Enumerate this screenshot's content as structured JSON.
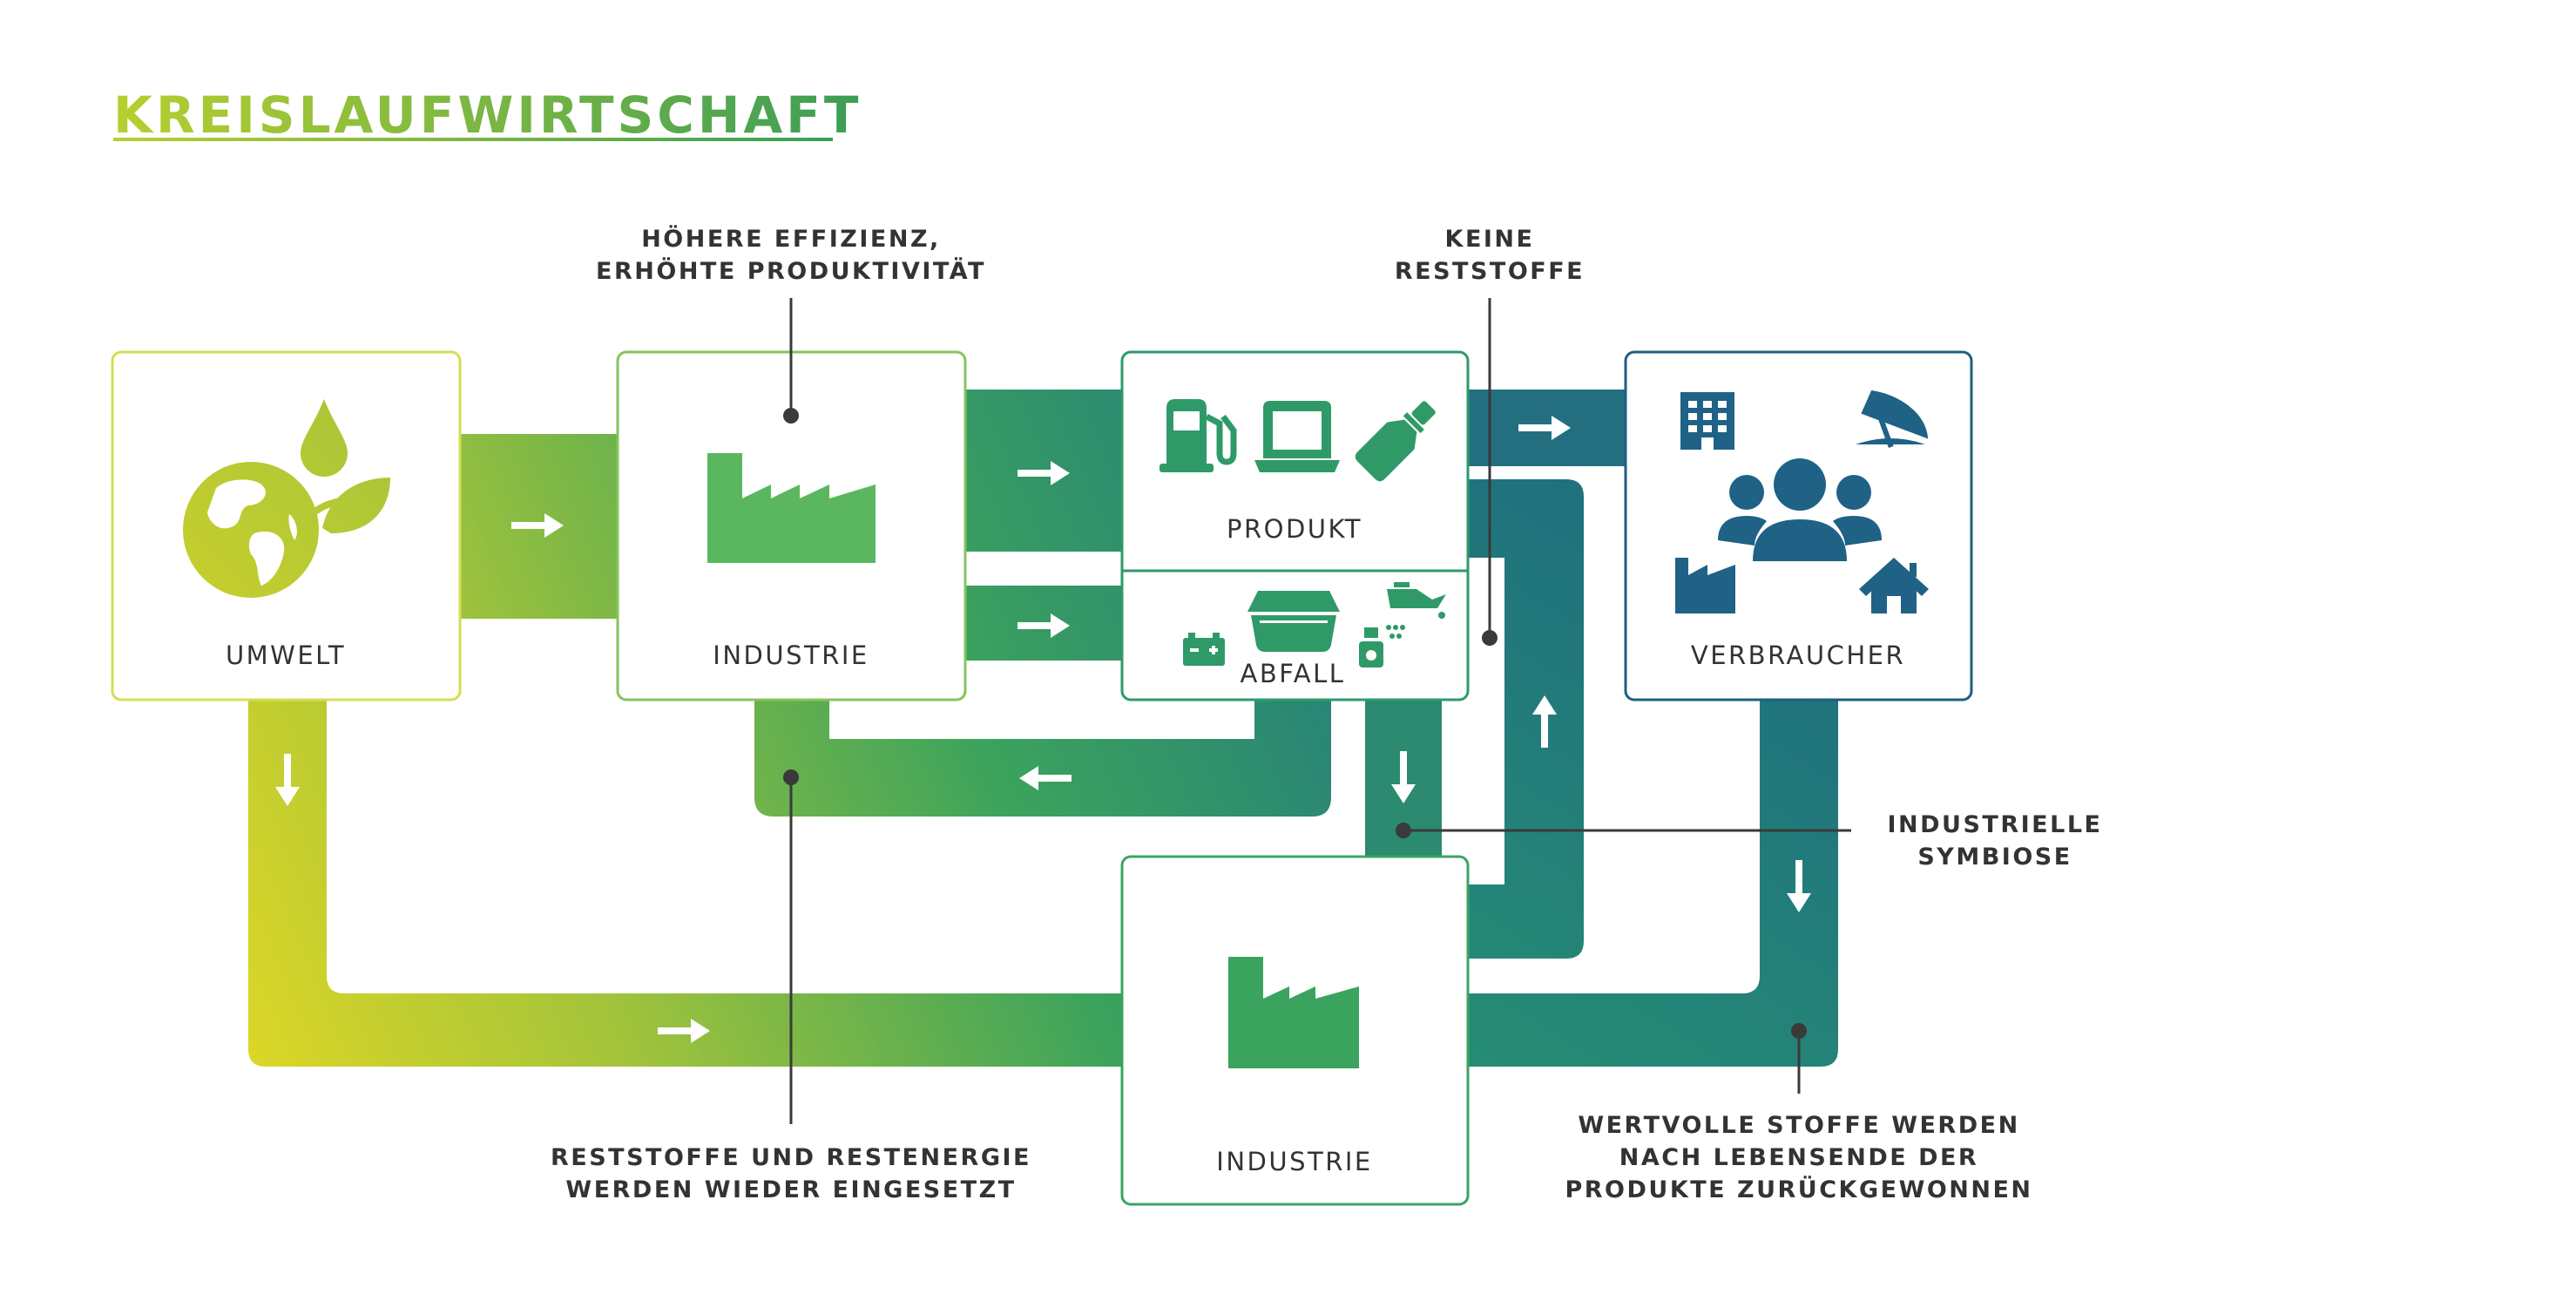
{
  "title": "KREISLAUFWIRTSCHAFT",
  "boxes": {
    "umwelt": "UMWELT",
    "industrie_top": "INDUSTRIE",
    "produkt": "PRODUKT",
    "abfall": "ABFALL",
    "verbraucher": "VERBRAUCHER",
    "industrie_bottom": "INDUSTRIE"
  },
  "annotations": {
    "effizienz": [
      "HÖHERE EFFIZIENZ,",
      "ERHÖHTE PRODUKTIVITÄT"
    ],
    "reststoffe_keine": [
      "KEINE",
      "RESTSTOFFE"
    ],
    "symbiose": [
      "INDUSTRIELLE",
      "SYMBIOSE"
    ],
    "restenergie": [
      "RESTSTOFFE UND RESTENERGIE",
      "WERDEN WIEDER EINGESETZT"
    ],
    "wertvolle": [
      "WERTVOLLE STOFFE WERDEN",
      "NACH LEBENSENDE DER",
      "PRODUKTE ZURÜCKGEWONNEN"
    ]
  },
  "colors": {
    "yellow": "#ecd923",
    "lime": "#9cc23f",
    "green": "#3aa45e",
    "teal": "#25787a",
    "blue": "#1e5f82",
    "text": "#333333"
  },
  "icons": [
    "earth-leaf-drop-icon",
    "factory-icon",
    "fuel-pump-icon",
    "laptop-icon",
    "bottle-icon",
    "battery-icon",
    "waste-container-icon",
    "oil-can-icon",
    "spray-bottle-icon",
    "office-building-icon",
    "beach-umbrella-icon",
    "people-group-icon",
    "house-icon"
  ]
}
